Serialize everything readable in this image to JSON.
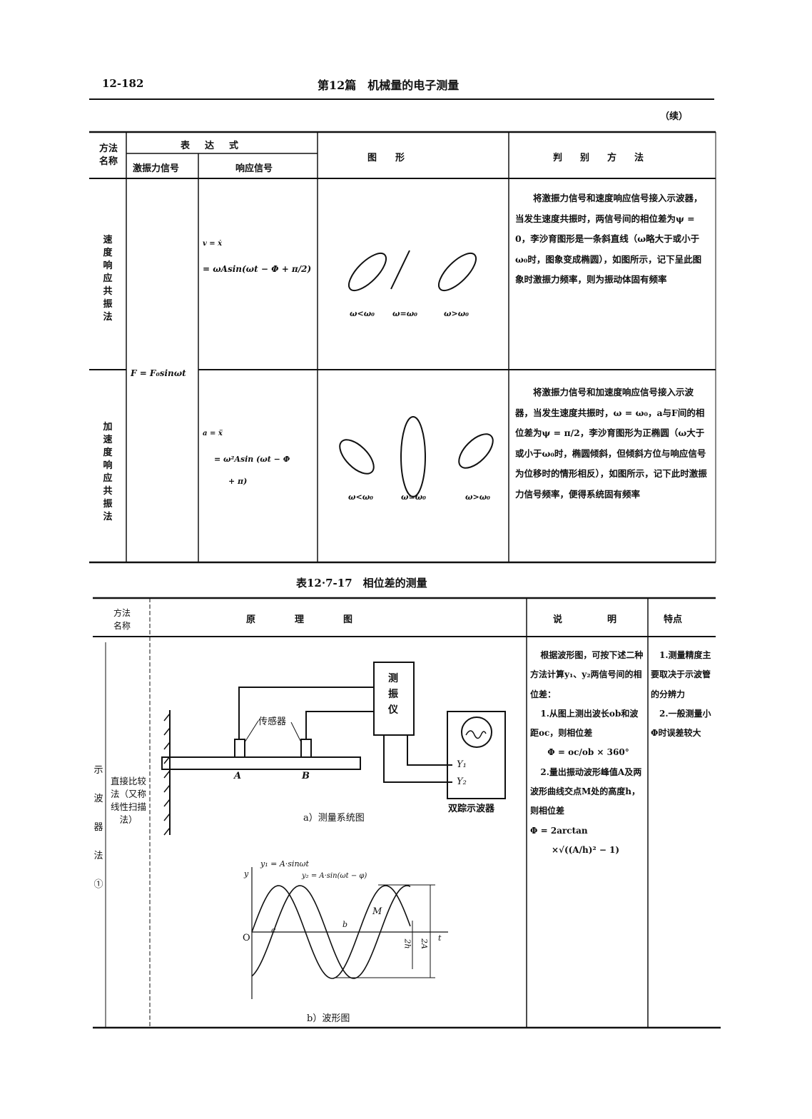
{
  "header": {
    "page_number": "12-182",
    "section_title": "第12篇　机械量的电子测量",
    "continued": "（续）"
  },
  "table1": {
    "headers": {
      "method": "方法名称",
      "expression": "表　达　式",
      "excitation": "激振力信号",
      "response": "响应信号",
      "figure": "图　　形",
      "criterion": "判　别　方　法"
    },
    "excitation_formula": "F = F₀sinωt",
    "rows": [
      {
        "method": "速度响应共振法",
        "response_line1": "v = ẋ",
        "response_line2": "= ωAsin(ωt − Φ + π/2)",
        "labels": [
          "ω<ω₀",
          "ω=ω₀",
          "ω>ω₀"
        ],
        "criterion": "将激振力信号和速度响应信号接入示波器，当发生速度共振时，两信号间的相位差为ψ = 0，李沙育图形是一条斜直线（ω略大于或小于ω₀时，图象变成椭圆），如图所示，记下呈此图象时激振力频率，则为振动体固有频率"
      },
      {
        "method": "加速度响应共振法",
        "response_line1": "a = ẍ",
        "response_line2": "= ω²Asin (ωt − Φ",
        "response_line3": "+ π)",
        "labels": [
          "ω<ω₀",
          "ω=ω₀",
          "ω>ω₀"
        ],
        "criterion": "将激振力信号和加速度响应信号接入示波器，当发生速度共振时，ω = ω₀，a与F间的相位差为ψ = π/2，李沙育图形为正椭圆（ω大于或小于ω₀时，椭圆倾斜，但倾斜方位与响应信号为位移时的情形相反），如图所示，记下此时激振力信号频率，便得系统固有频率"
      }
    ]
  },
  "table2": {
    "caption": "表12·7-17　相位差的测量",
    "headers": {
      "method": "方法名称",
      "diagram": "原　　　理　　　图",
      "description": "说　　　明",
      "features": "特点"
    },
    "row": {
      "group": "示波器法①",
      "method": "直接比较法（又称线性扫描法）",
      "diagram_a": {
        "vibrometer": "测振仪",
        "sensor": "传感器",
        "point_a": "A",
        "point_b": "B",
        "y1": "Y₁",
        "y2": "Y₂",
        "scope": "双踪示波器",
        "caption": "a）测量系统图"
      },
      "diagram_b": {
        "y_axis": "y",
        "t_axis": "t",
        "origin": "O",
        "c": "c",
        "b": "b",
        "m": "M",
        "h": "2h",
        "a2": "2A",
        "y1_label": "y₁ = A·sinωt",
        "y2_label": "y₂ = A·sin(ωt − φ)",
        "caption": "b）波形图"
      },
      "description": [
        "根据波形图，可按下述二种方法计算y₁、y₂两信号间的相位差：",
        "1.从图上测出波长ob和波距oc，则相位差",
        "Φ = oc/ob × 360°",
        "2.量出振动波形峰值A及两波形曲线交点M处的高度h，则相位差",
        "Φ = 2arctan",
        "×√((A/h)² − 1)"
      ],
      "features": [
        "1.测量精度主要取决于示波管的分辨力",
        "2.一般测量小Φ时误差较大"
      ]
    }
  }
}
